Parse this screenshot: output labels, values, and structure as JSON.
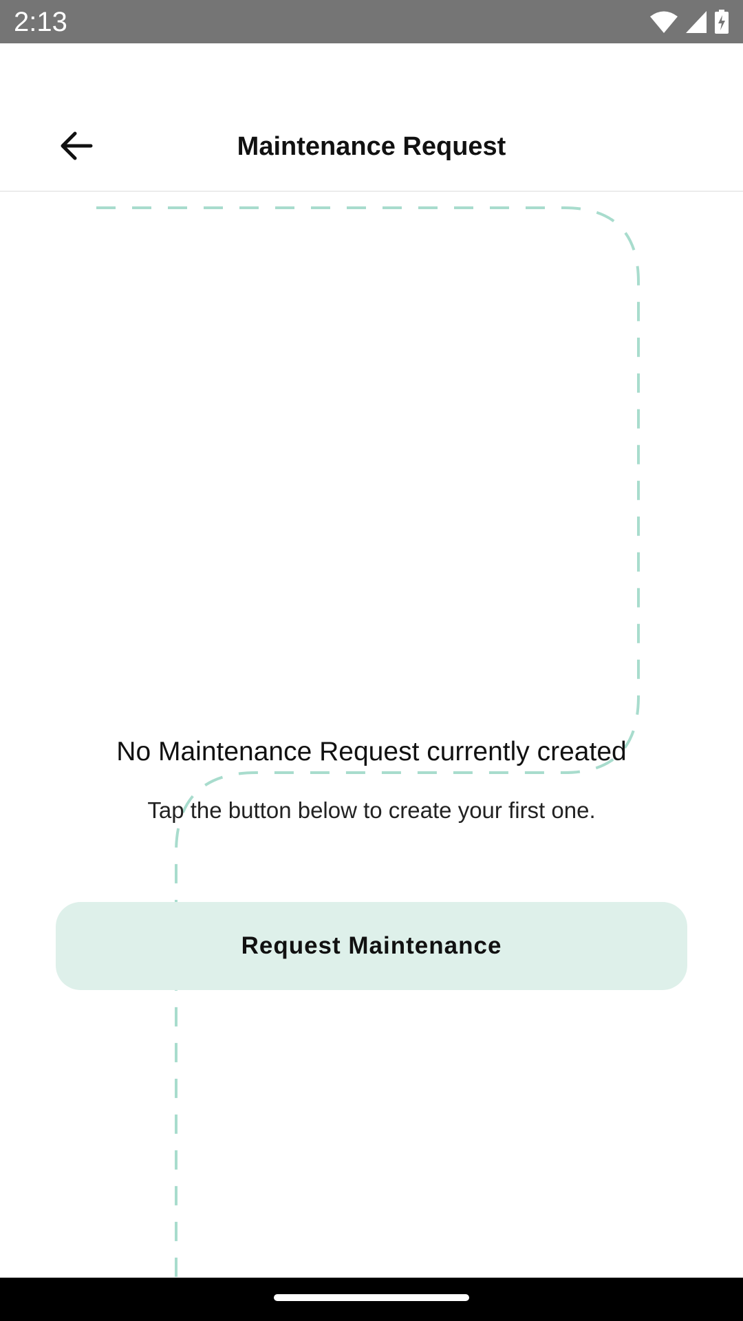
{
  "status_bar": {
    "time": "2:13",
    "icons": [
      "wifi-icon",
      "cellular-signal-icon",
      "battery-charging-icon"
    ]
  },
  "app_bar": {
    "title": "Maintenance Request",
    "back_icon": "arrow-left-icon"
  },
  "empty_state": {
    "title": "No Maintenance Request currently created",
    "subtitle": "Tap the button below to create your first one."
  },
  "actions": {
    "primary_button_label": "Request Maintenance"
  },
  "colors": {
    "status_bar_bg": "#757575",
    "accent_dashed": "#a8dccd",
    "button_bg": "#def0ea",
    "nav_bar_bg": "#000000"
  }
}
